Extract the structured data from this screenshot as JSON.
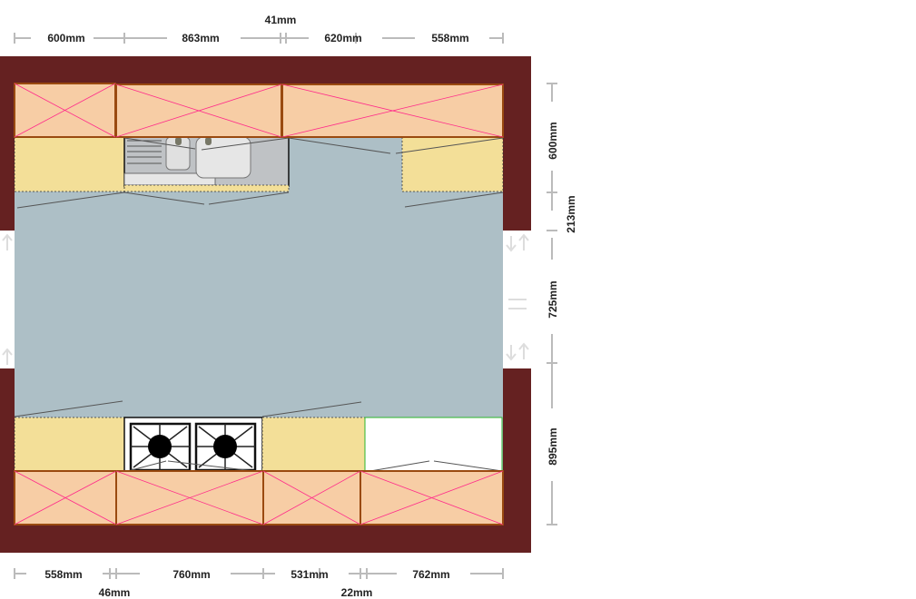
{
  "colors": {
    "wall": "#652121",
    "floor": "#adbfc6",
    "cabinet": "#f7cda5",
    "counter": "#f3df98",
    "cross": "#ff2a8a"
  },
  "top_dimensions": [
    "600mm",
    "863mm",
    "620mm",
    "558mm"
  ],
  "top_gap": "41mm",
  "bottom_dimensions": [
    "558mm",
    "760mm",
    "531mm",
    "762mm"
  ],
  "bottom_gaps": [
    "46mm",
    "22mm"
  ],
  "side_dimensions": [
    "600mm",
    "213mm",
    "725mm",
    "895mm"
  ]
}
